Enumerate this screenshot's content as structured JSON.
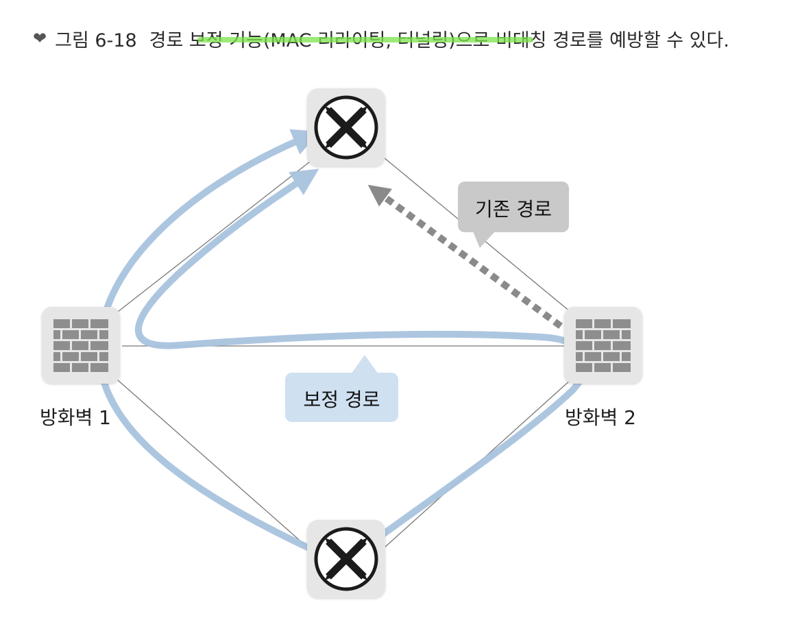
{
  "caption": {
    "marker": "❤",
    "figure_number": "그림 6-18",
    "text": "경로 보정 기능(MAC 리라이팅, 터널링)으로 비대칭 경로를 예방할 수 있다."
  },
  "nodes": {
    "router_top": {
      "icon": "router-icon"
    },
    "router_bottom": {
      "icon": "router-icon"
    },
    "firewall_left": {
      "icon": "firewall-icon",
      "label": "방화벽 1"
    },
    "firewall_right": {
      "icon": "firewall-icon",
      "label": "방화벽 2"
    }
  },
  "callouts": {
    "existing_path": {
      "label": "기존 경로"
    },
    "corrected_path": {
      "label": "보정 경로"
    }
  },
  "colors": {
    "link": "#777777",
    "corrected_path": "#a9c3df",
    "existing_path": "#8a8a8a",
    "existing_callout_bg": "#c9c9c9",
    "corrected_callout_bg": "#cfe0f1",
    "node_bg": "#e6e6e6",
    "firewall_brick": "#8e8e8e",
    "highlight": "#7be34a"
  }
}
